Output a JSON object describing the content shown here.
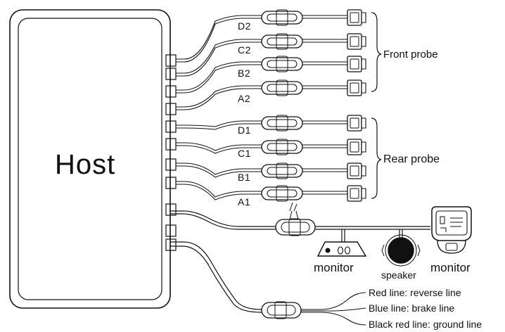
{
  "host": {
    "label": "Host"
  },
  "front_probe": {
    "label": "Front probe",
    "wires": [
      {
        "name": "D2"
      },
      {
        "name": "C2"
      },
      {
        "name": "B2"
      },
      {
        "name": "A2"
      }
    ]
  },
  "rear_probe": {
    "label": "Rear probe",
    "wires": [
      {
        "name": "D1"
      },
      {
        "name": "C1"
      },
      {
        "name": "B1"
      },
      {
        "name": "A1"
      }
    ]
  },
  "devices": {
    "monitor_small": "monitor",
    "speaker": "speaker",
    "monitor_display": "monitor"
  },
  "power_lines": [
    {
      "text": "Red line: reverse line"
    },
    {
      "text": "Blue line: brake line"
    },
    {
      "text": "Black red line: ground line"
    }
  ]
}
